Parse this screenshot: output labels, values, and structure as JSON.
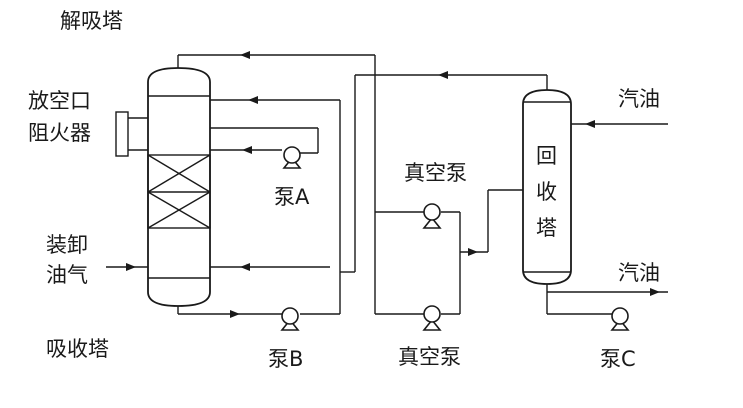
{
  "labels": {
    "desorption_tower": "解吸塔",
    "vent_flame_arrestor_line1": "放空口",
    "vent_flame_arrestor_line2": "阻火器",
    "loading_gas_line1": "装卸",
    "loading_gas_line2": "油气",
    "absorption_tower": "吸收塔",
    "pump_a": "泵A",
    "pump_b": "泵B",
    "pump_c": "泵C",
    "vacuum_pump_top": "真空泵",
    "vacuum_pump_bottom": "真空泵",
    "recovery_tower": [
      "回",
      "收",
      "塔"
    ],
    "gasoline_in": "汽油",
    "gasoline_out": "汽油"
  },
  "colors": {
    "line": "#1a1a1a",
    "background": "#ffffff"
  }
}
